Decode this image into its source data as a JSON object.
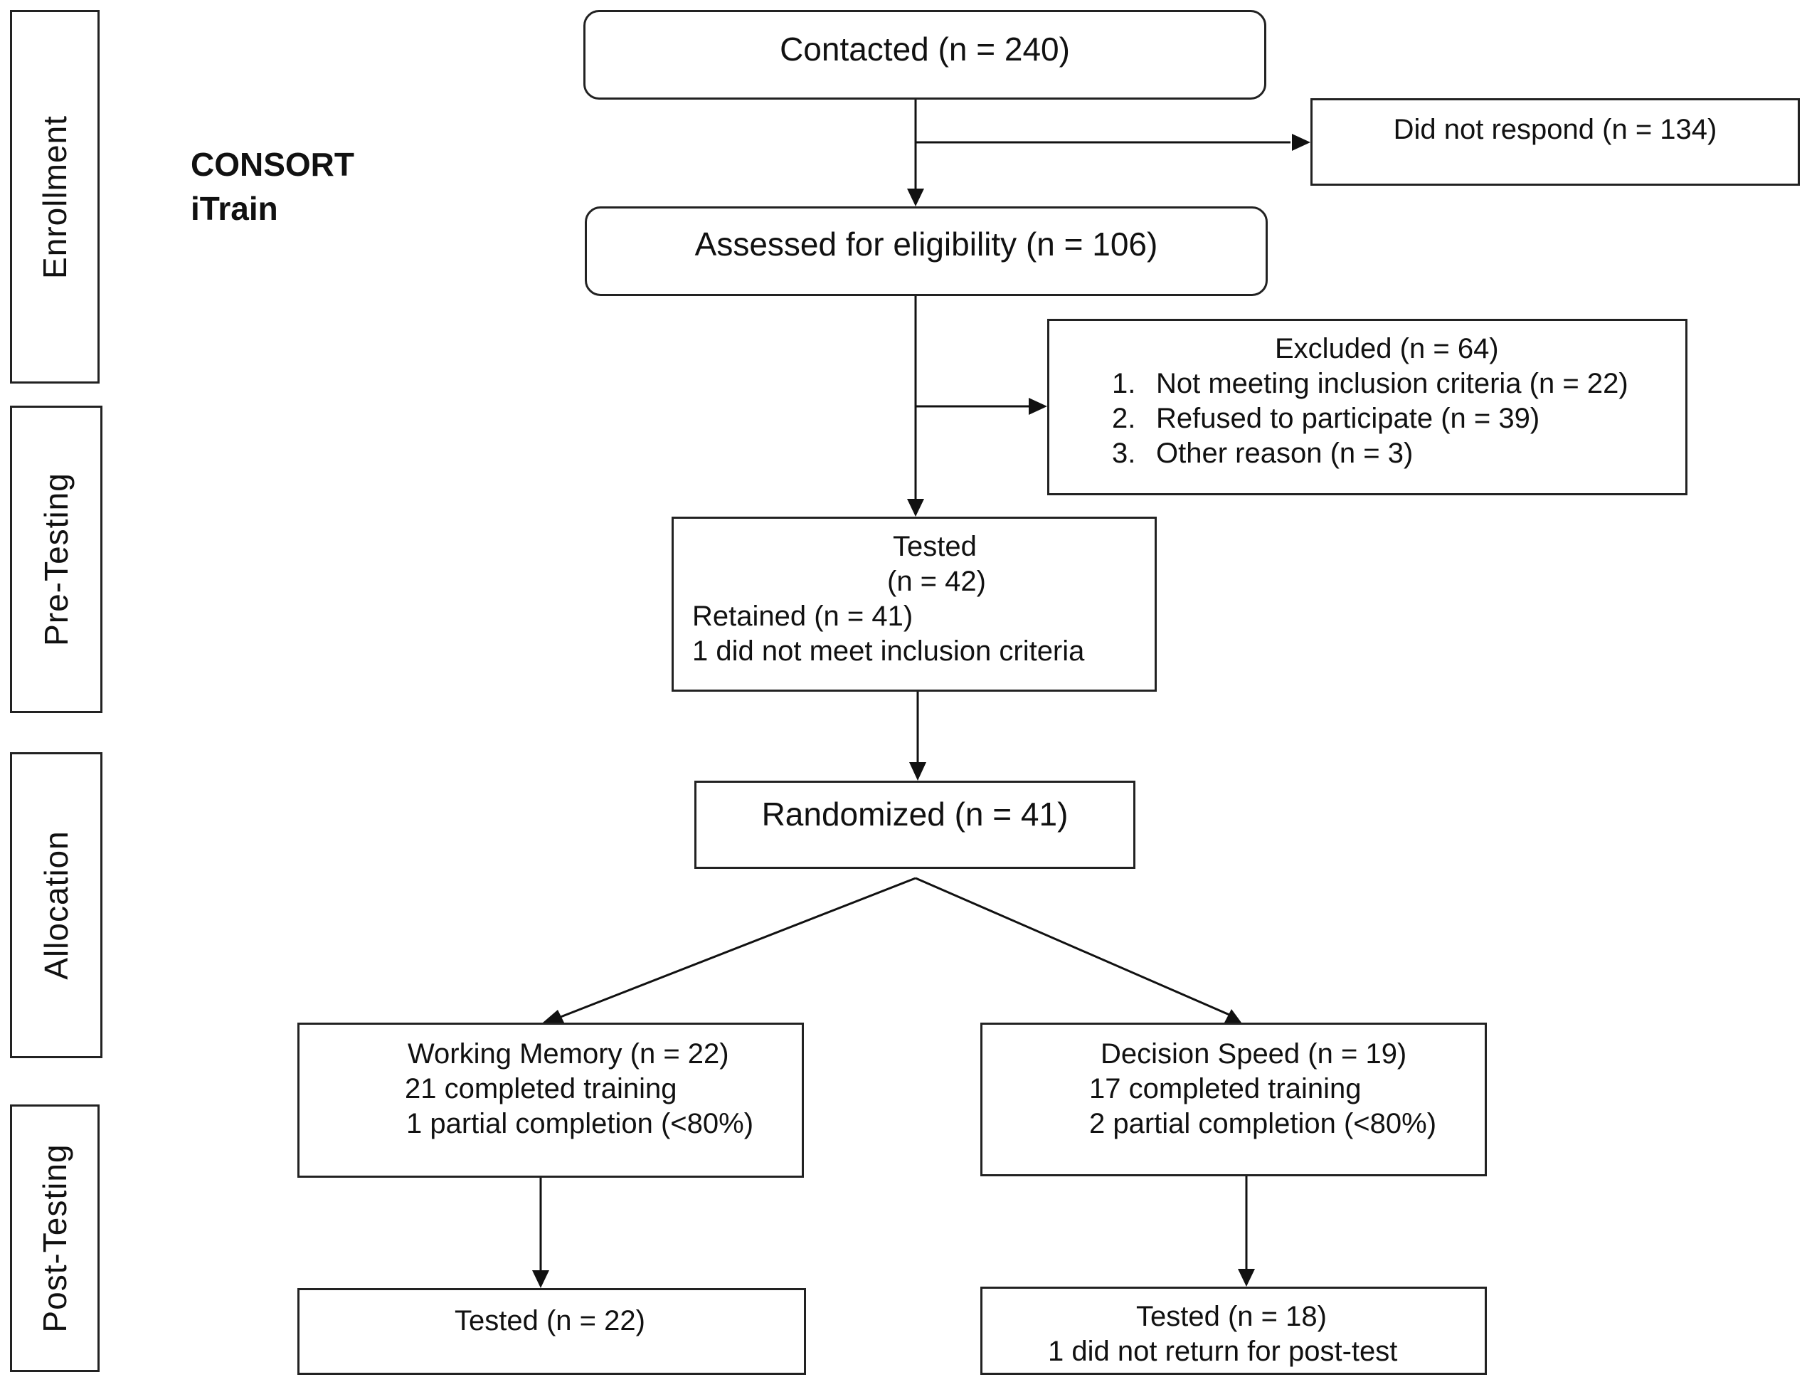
{
  "title": {
    "line1": "CONSORT",
    "line2": "iTrain"
  },
  "stages": {
    "enrollment": "Enrollment",
    "pretesting": "Pre-Testing",
    "allocation": "Allocation",
    "posttesting": "Post-Testing"
  },
  "boxes": {
    "contacted": "Contacted (n = 240)",
    "did_not_respond": "Did not respond (n = 134)",
    "assessed": "Assessed for eligibility (n = 106)",
    "excluded": {
      "title": "Excluded (n = 64)",
      "items": [
        {
          "num": "1.",
          "text": "Not meeting inclusion criteria  (n = 22)"
        },
        {
          "num": "2.",
          "text": "Refused to participate (n = 39)"
        },
        {
          "num": "3.",
          "text": "Other reason (n = 3)"
        }
      ]
    },
    "tested_pre": {
      "line1": "Tested",
      "line2": "(n = 42)",
      "line3": "Retained (n = 41)",
      "line4": "1 did not meet inclusion criteria"
    },
    "randomized": "Randomized (n = 41)",
    "working_memory": {
      "line1": "Working Memory (n = 22)",
      "line2": "21 completed training",
      "line3": "1 partial completion (<80%)"
    },
    "decision_speed": {
      "line1": "Decision Speed (n = 19)",
      "line2": "17 completed training",
      "line3": "2 partial completion (<80%)"
    },
    "tested_wm": "Tested (n = 22)",
    "tested_ds": {
      "line1": "Tested (n = 18)",
      "line2": "1 did not return for post-test"
    }
  }
}
